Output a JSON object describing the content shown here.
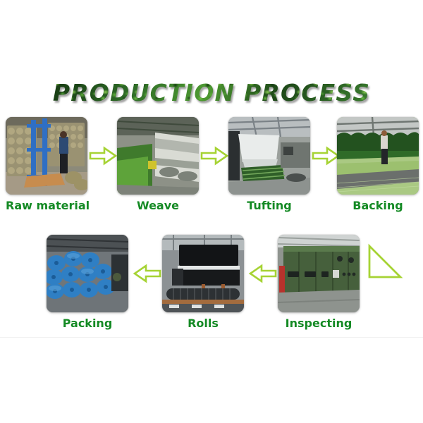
{
  "page": {
    "title": "PRODUCTION PROCESS",
    "background_color": "#ffffff",
    "title_color": "#2f6b2a",
    "label_color": "#148a24",
    "arrow_color": "#a6d334"
  },
  "flow": {
    "row1": [
      {
        "id": "raw-material",
        "label": "Raw material",
        "image_alt": "Factory racks of yarn bobbins with worker"
      },
      {
        "id": "weave",
        "label": "Weave",
        "image_alt": "Weaving machine hall with green turf"
      },
      {
        "id": "tufting",
        "label": "Tufting",
        "image_alt": "Tufting machine with folded green turf"
      },
      {
        "id": "backing",
        "label": "Backing",
        "image_alt": "Worker on backing line with artificial grass"
      }
    ],
    "row2": [
      {
        "id": "packing",
        "label": "Packing",
        "image_alt": "Stacks of blue wrapped turf rolls"
      },
      {
        "id": "rolls",
        "label": "Rolls",
        "image_alt": "Black rolled turf on factory rack"
      },
      {
        "id": "inspecting",
        "label": "Inspecting",
        "image_alt": "Large green inspection machine"
      }
    ],
    "arrows": {
      "right_label": "right-arrow",
      "left_label": "left-arrow",
      "turn_label": "turn-down-connector"
    }
  }
}
